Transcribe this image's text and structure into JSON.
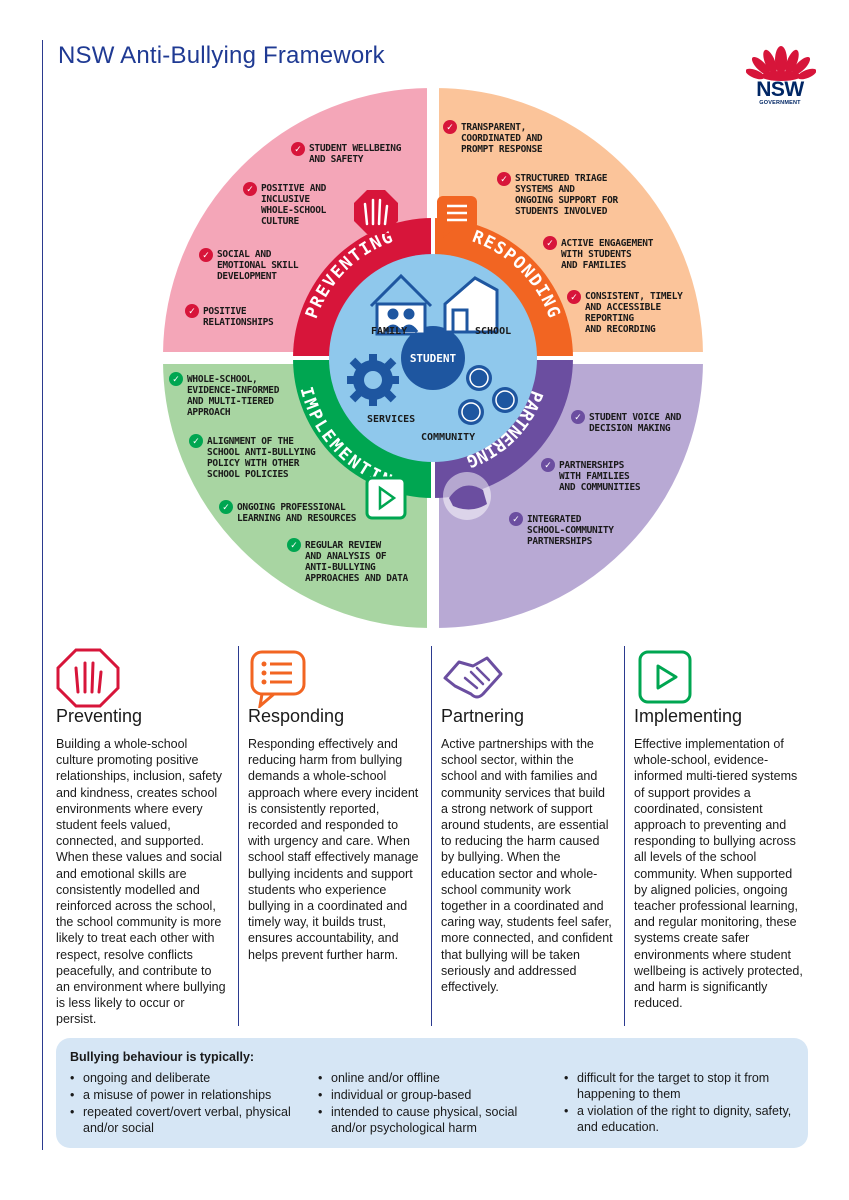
{
  "page": {
    "title": "NSW Anti-Bullying Framework"
  },
  "logo": {
    "line1": "NSW",
    "line2": "GOVERNMENT",
    "color": "#d7153a",
    "navy": "#002664"
  },
  "wheel": {
    "center": "STUDENT",
    "inner": {
      "family": "FAMILY",
      "school": "SCHOOL",
      "services": "SERVICES",
      "community": "COMMUNITY"
    },
    "ring": {
      "preventing": "PREVENTING",
      "responding": "RESPONDING",
      "partnering": "PARTNERING",
      "implementing": "IMPLEMENTING"
    },
    "colors": {
      "preventing_light": "#f4a6b8",
      "preventing_dark": "#d7153a",
      "responding_light": "#fbc49a",
      "responding_dark": "#f26522",
      "partnering_light": "#b8a9d4",
      "partnering_dark": "#6b4ea0",
      "implementing_light": "#a8d5a2",
      "implementing_dark": "#00a651",
      "core": "#8fc8ec",
      "core_dark": "#1e56a0"
    },
    "preventing_items": [
      "STUDENT WELLBEING\nAND SAFETY",
      "POSITIVE AND\nINCLUSIVE\nWHOLE-SCHOOL\nCULTURE",
      "SOCIAL AND\nEMOTIONAL SKILL\nDEVELOPMENT",
      "POSITIVE\nRELATIONSHIPS"
    ],
    "responding_items": [
      "TRANSPARENT,\nCOORDINATED AND\nPROMPT RESPONSE",
      "STRUCTURED TRIAGE\nSYSTEMS AND\nONGOING SUPPORT FOR\nSTUDENTS INVOLVED",
      "ACTIVE ENGAGEMENT\nWITH STUDENTS\nAND FAMILIES",
      "CONSISTENT, TIMELY\nAND ACCESSIBLE\nREPORTING\nAND RECORDING"
    ],
    "partnering_items": [
      "STUDENT VOICE AND\nDECISION MAKING",
      "PARTNERSHIPS\nWITH FAMILIES\nAND COMMUNITIES",
      "INTEGRATED\nSCHOOL-COMMUNITY\nPARTNERSHIPS"
    ],
    "implementing_items": [
      "WHOLE-SCHOOL,\nEVIDENCE-INFORMED\nAND MULTI-TIERED\nAPPROACH",
      "ALIGNMENT OF THE\nSCHOOL ANTI-BULLYING\nPOLICY WITH OTHER\nSCHOOL POLICIES",
      "ONGOING PROFESSIONAL\nLEARNING AND RESOURCES",
      "REGULAR REVIEW\nAND ANALYSIS OF\nANTI-BULLYING\nAPPROACHES AND DATA"
    ]
  },
  "columns": [
    {
      "icon": "stop-hand-icon",
      "heading": "Preventing",
      "body": "Building a whole-school culture promoting positive relationships, inclusion, safety and kindness, creates school environments where every student feels valued, connected, and supported. When these values and social and emotional skills are consistently modelled and reinforced across the school, the school community is more likely to treat each other with respect, resolve conflicts peacefully, and contribute to an environment where bullying is less likely to occur or persist."
    },
    {
      "icon": "speech-bubble-list-icon",
      "heading": "Responding",
      "body": "Responding effectively and reducing harm from bullying demands a whole-school approach where every incident is consistently reported, recorded and responded to with urgency and care. When school staff effectively manage bullying incidents and support students who experience bullying in a coordinated and timely way, it builds trust, ensures accountability, and helps prevent further harm."
    },
    {
      "icon": "handshake-icon",
      "heading": "Partnering",
      "body": "Active partnerships with the school sector, within the school and with families and community services that build a strong network of support around students, are essential to reducing the harm caused by bullying. When the education sector and whole-school community work together in a coordinated and caring way, students feel safer, more connected, and confident that bullying will be taken seriously and addressed effectively."
    },
    {
      "icon": "play-button-icon",
      "heading": "Implementing",
      "body": "Effective implementation of whole-school, evidence-informed multi-tiered systems of support provides a coordinated, consistent approach to preventing and responding to bullying across all levels of the school community. When supported by aligned policies, ongoing teacher professional learning, and regular monitoring, these systems create safer environments where student wellbeing is actively protected, and harm is significantly reduced."
    }
  ],
  "info": {
    "heading": "Bullying behaviour is typically:",
    "col1": [
      "ongoing and deliberate",
      "a misuse of power in relationships",
      "repeated covert/overt verbal, physical and/or social"
    ],
    "col2": [
      "online and/or offline",
      "individual or group-based",
      "intended to cause physical, social and/or psychological harm"
    ],
    "col3": [
      "difficult for the target to stop it from happening to them",
      "a violation of the right to dignity, safety, and education."
    ]
  }
}
